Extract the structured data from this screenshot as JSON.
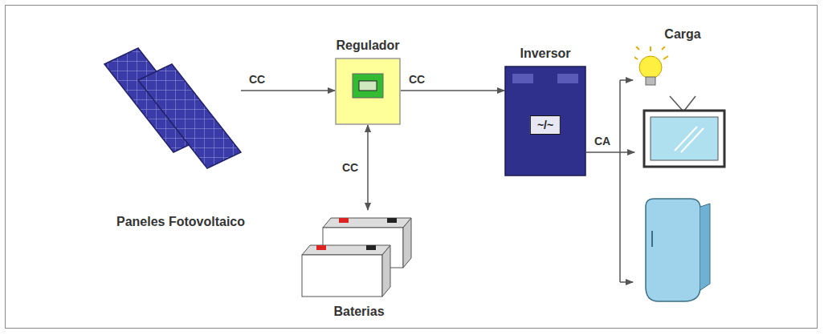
{
  "diagram": {
    "nodes": [
      {
        "text": [
          "Paneles Fotovoltaico"
        ]
      },
      {
        "text": [
          "Regulador"
        ]
      },
      {
        "text": [
          "Baterias"
        ]
      },
      {
        "text": [
          "Inversor",
          "~/~"
        ]
      },
      {
        "text": [
          "Carga"
        ]
      }
    ],
    "edges": [
      {
        "from": 0,
        "to": 1,
        "label": "CC",
        "arrow": "to"
      },
      {
        "from": 1,
        "to": 2,
        "label": "CC",
        "arrow": "both"
      },
      {
        "from": 1,
        "to": 3,
        "label": "CC",
        "arrow": "to"
      },
      {
        "from": 3,
        "to": 4,
        "label": "CA",
        "arrow": "to"
      }
    ]
  }
}
